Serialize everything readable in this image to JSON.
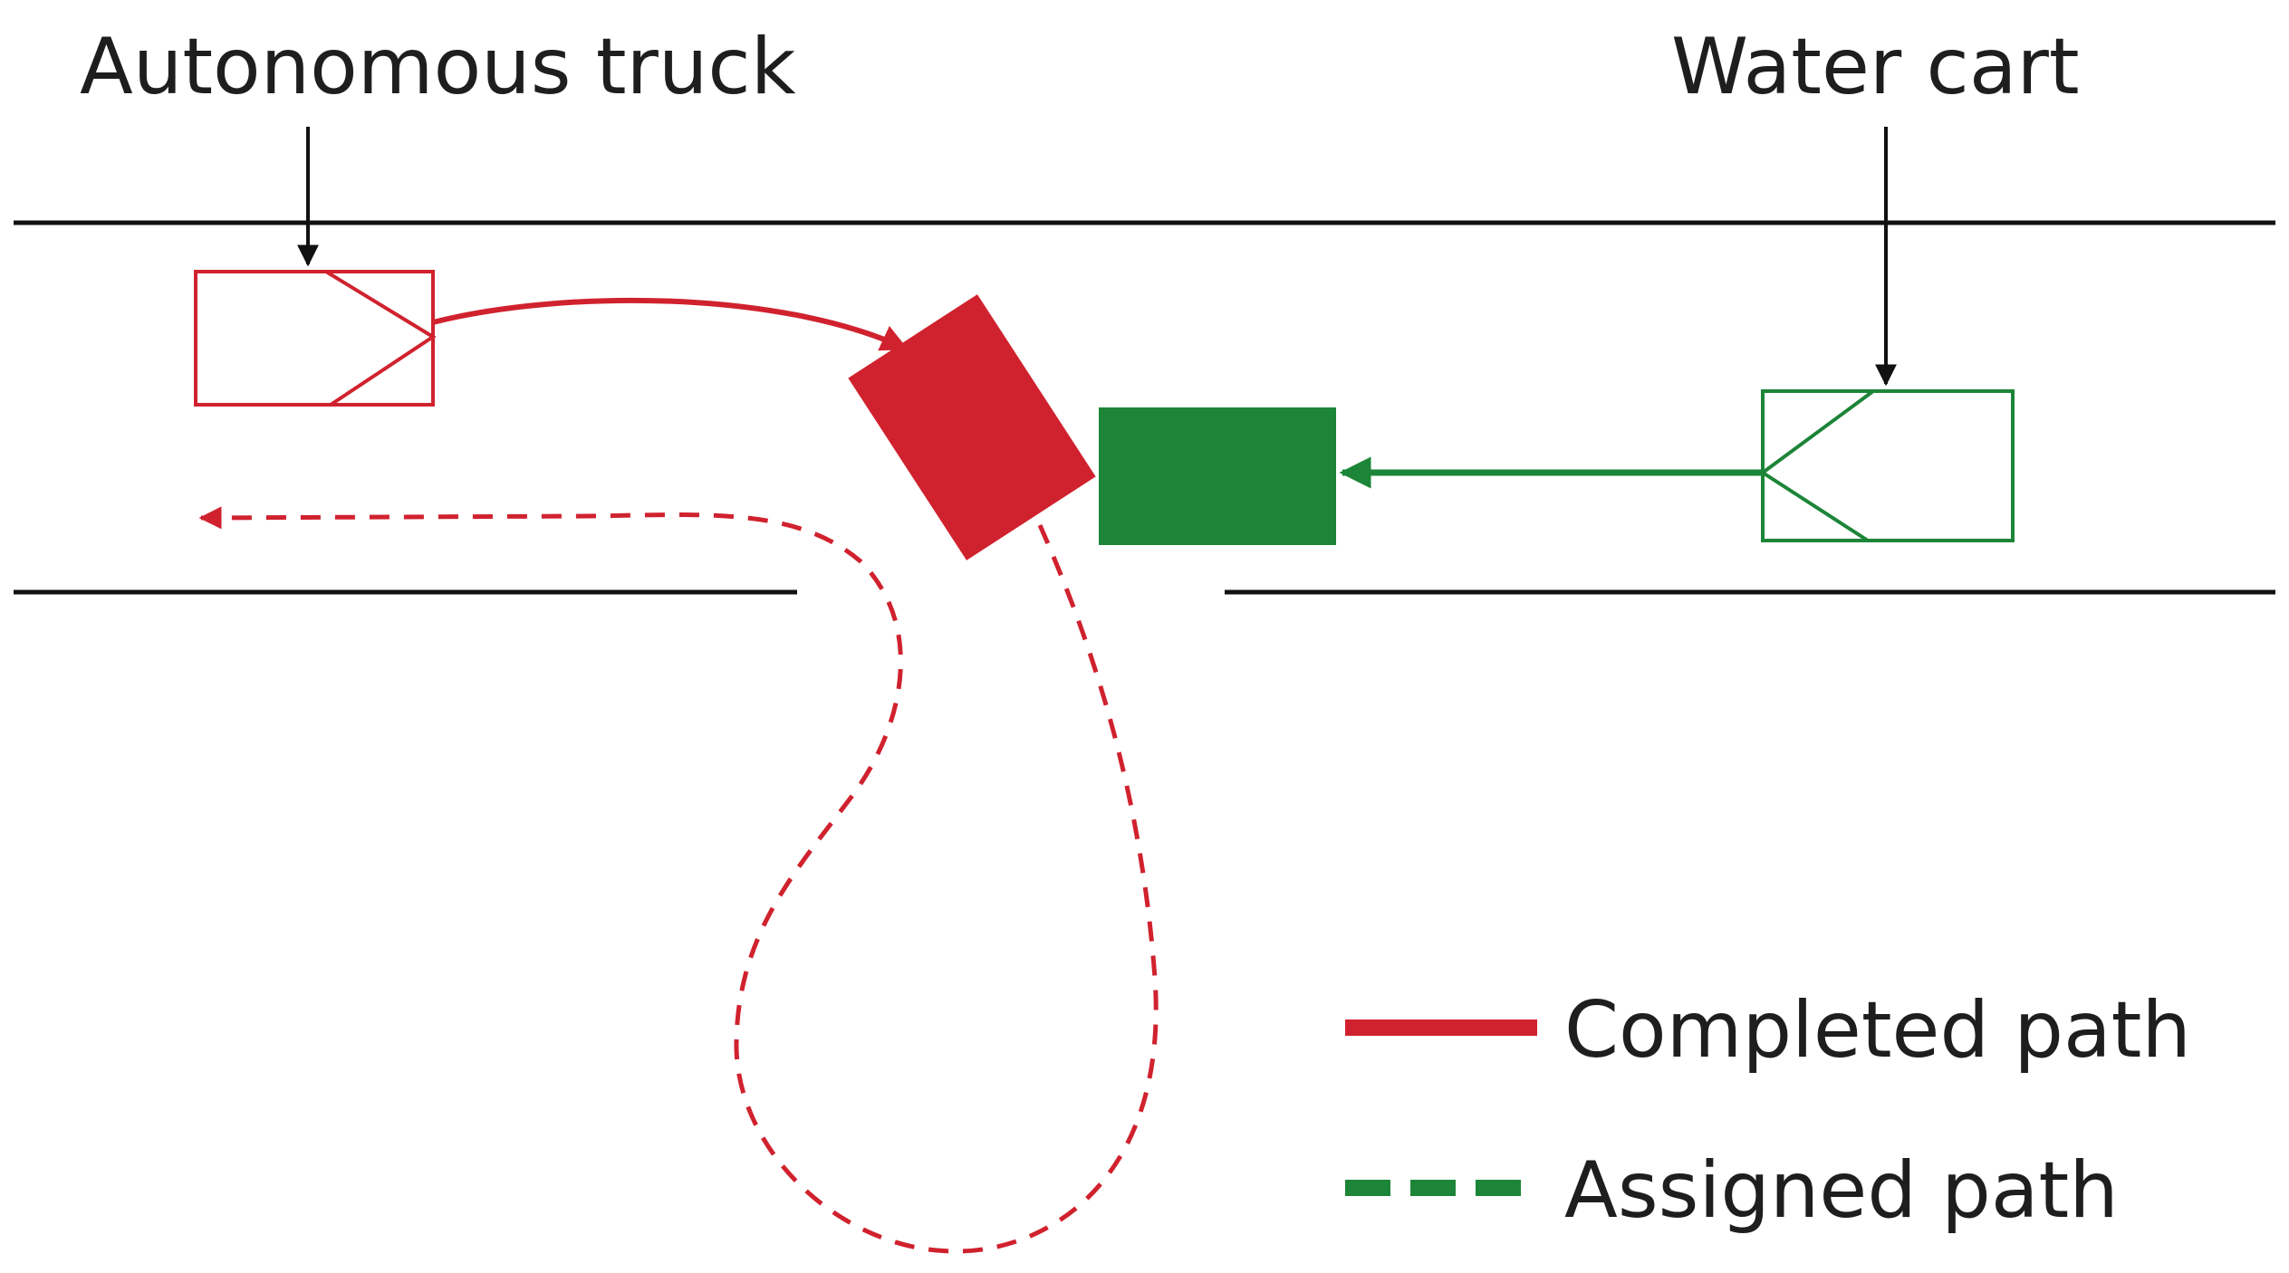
{
  "labels": {
    "truck": "Autonomous truck",
    "water_cart": "Water cart"
  },
  "legend": {
    "completed": "Completed path",
    "assigned": "Assigned path"
  },
  "colors": {
    "truck": "#d0222e",
    "water_cart": "#1c8538",
    "road": "#111111",
    "text": "#1e1e1e"
  }
}
